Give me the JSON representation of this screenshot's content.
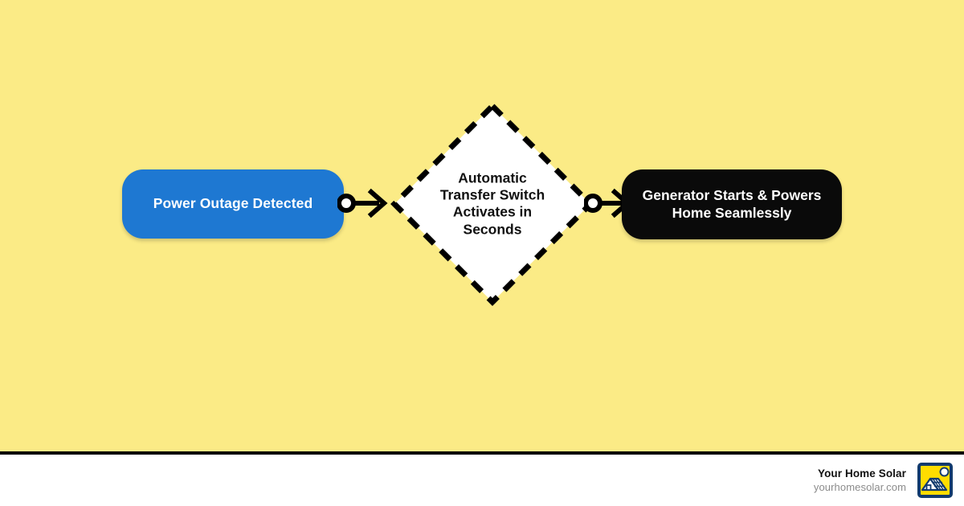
{
  "background_color": "#FBEB86",
  "divider_color": "#000000",
  "diagram": {
    "type": "flowchart",
    "orientation": "left-to-right",
    "nodes": [
      {
        "id": "start",
        "label": "Power Outage Detected",
        "shape": "rounded-rectangle",
        "fill_color": "#1E78D2",
        "text_color": "#FFFFFF"
      },
      {
        "id": "decision",
        "label": "Automatic\nTransfer Switch\nActivates in\nSeconds",
        "shape": "diamond",
        "fill_color": "#FFFFFF",
        "border_style": "dashed",
        "border_color": "#000000",
        "text_color": "#111111"
      },
      {
        "id": "end",
        "label": "Generator Starts & Powers\nHome Seamlessly",
        "shape": "rounded-rectangle",
        "fill_color": "#0A0A0A",
        "text_color": "#FFFFFF"
      }
    ],
    "connectors": [
      {
        "id": "connector-1",
        "from": "start",
        "to": "decision",
        "style": "circle-to-arrow",
        "color": "#000000"
      },
      {
        "id": "connector-2",
        "from": "decision",
        "to": "end",
        "style": "circle-to-arrow",
        "color": "#000000"
      }
    ]
  },
  "footer": {
    "brand_name": "Your Home Solar",
    "brand_url": "yourhomesolar.com",
    "logo": {
      "icon_name": "solar-home-logo",
      "background_color": "#FFDD00",
      "border_color": "#123B6D",
      "house_color": "#FFFFFF",
      "sun_color": "#FFFFFF"
    }
  }
}
